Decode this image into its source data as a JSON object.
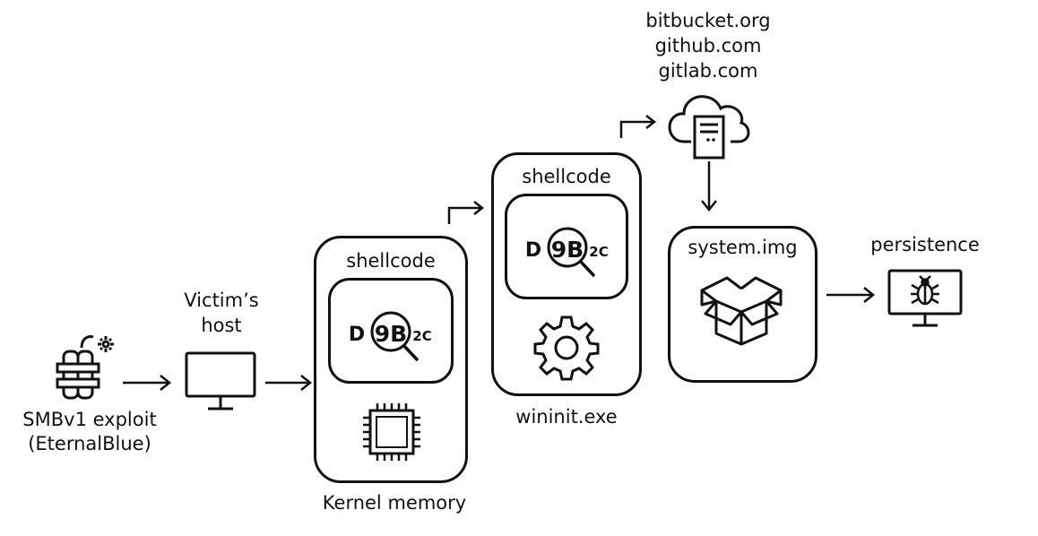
{
  "exploit": {
    "line1": "SMBv1 exploit",
    "line2": "(EternalBlue)",
    "icon": "bomb-icon"
  },
  "victim": {
    "line1": "Victim’s",
    "line2": "host",
    "icon": "monitor-icon"
  },
  "kernel_stage": {
    "title": "shellcode",
    "caption": "Kernel memory",
    "logo_icon": "d9b2c-logo",
    "icon": "cpu-chip-icon"
  },
  "wininit_stage": {
    "title": "shellcode",
    "caption": "wininit.exe",
    "logo_icon": "d9b2c-logo",
    "icon": "gear-icon"
  },
  "hosting": {
    "sites": [
      "bitbucket.org",
      "github.com",
      "gitlab.com"
    ],
    "icon": "cloud-server-icon"
  },
  "payload": {
    "title": "system.img",
    "icon": "open-box-icon"
  },
  "persistence": {
    "title": "persistence",
    "icon": "bug-monitor-icon"
  },
  "logo_text": {
    "d": "D",
    "nine_b": "9B",
    "two_c": "2C"
  },
  "colors": {
    "stroke": "#111111",
    "background": "#ffffff"
  }
}
